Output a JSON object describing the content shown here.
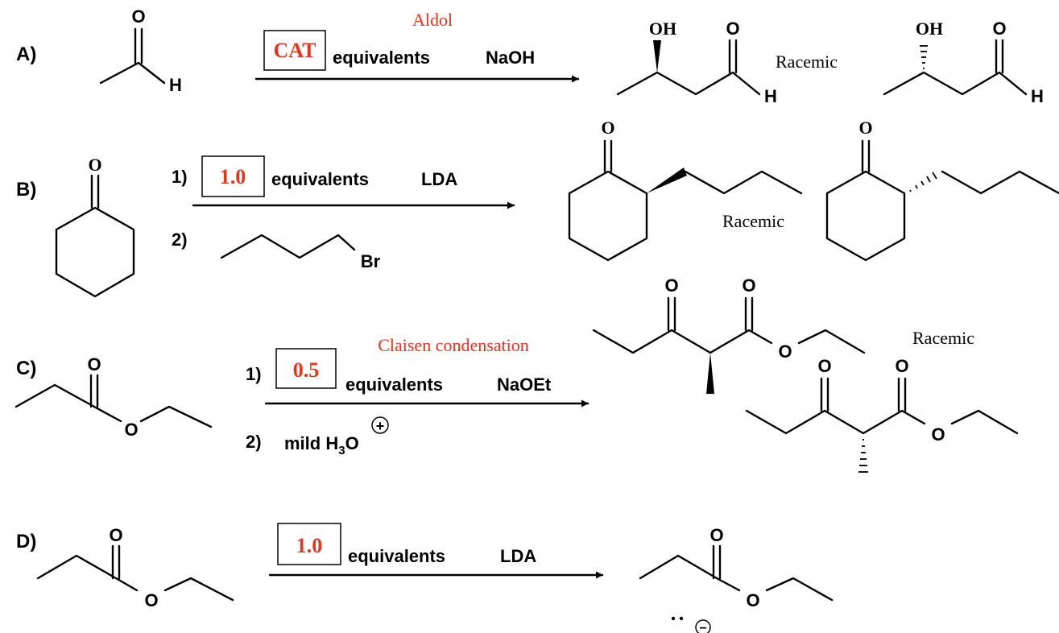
{
  "colors": {
    "ink": "#000000",
    "accent": "#e8341c"
  },
  "reactions": {
    "a": {
      "label": "A)",
      "name": "Aldol",
      "amount": "CAT",
      "equiv": "equivalents",
      "reagent": "NaOH",
      "racemic": "Racemic",
      "atoms": {
        "o": "O",
        "h": "H",
        "oh": "OH"
      }
    },
    "b": {
      "label": "B)",
      "step1": "1)",
      "step2": "2)",
      "amount": "1.0",
      "equiv": "equivalents",
      "reagent": "LDA",
      "racemic": "Racemic",
      "atoms": {
        "o": "O",
        "br": "Br"
      }
    },
    "c": {
      "label": "C)",
      "name": "Claisen condensation",
      "step1": "1)",
      "step2": "2)",
      "amount": "0.5",
      "equiv": "equivalents",
      "reagent": "NaOEt",
      "workup": "mild H",
      "workup_sub": "3",
      "workup_end": "O",
      "charge": "+",
      "racemic": "Racemic",
      "atoms": {
        "o": "O"
      }
    },
    "d": {
      "label": "D)",
      "amount": "1.0",
      "equiv": "equivalents",
      "reagent": "LDA",
      "charge": "−",
      "atoms": {
        "o": "O"
      }
    }
  }
}
